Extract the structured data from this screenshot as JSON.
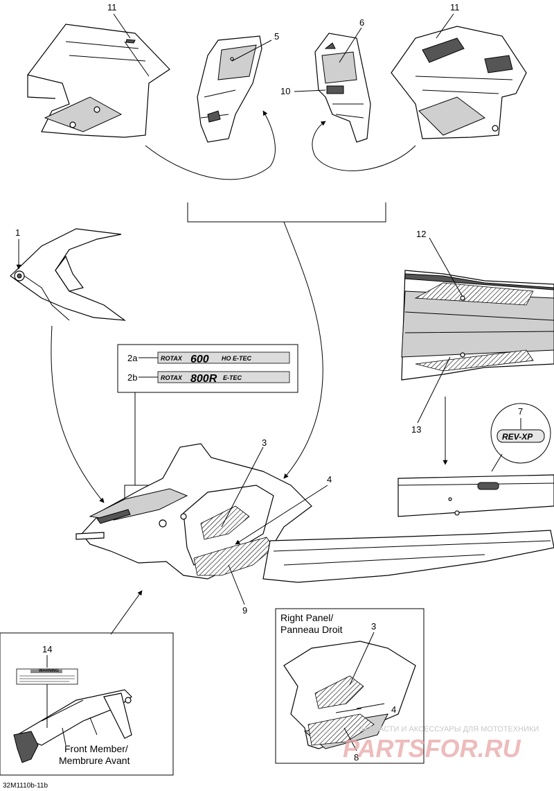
{
  "callouts": {
    "c11a": "11",
    "c5": "5",
    "c6": "6",
    "c11b": "11",
    "c10": "10",
    "c1": "1",
    "c12": "12",
    "c2a": "2a",
    "c2b": "2b",
    "c13": "13",
    "c7": "7",
    "c3": "3",
    "c4": "4",
    "c9": "9",
    "c14": "14",
    "c3b": "3",
    "c4b": "4",
    "c8": "8"
  },
  "decals": {
    "d2a_brand": "ROTAX",
    "d2a_model": "600",
    "d2a_suffix": "HO E-TEC",
    "d2b_brand": "ROTAX",
    "d2b_model": "800R",
    "d2b_suffix": "E-TEC",
    "d7_text": "REV-XP"
  },
  "insets": {
    "right_panel_line1": "Right Panel/",
    "right_panel_line2": "Panneau Droit",
    "front_member_line1": "Front Member/",
    "front_member_line2": "Membrure Avant",
    "warning_label": "WARNING"
  },
  "footer": {
    "drawing_number": "32M1110b-11b"
  },
  "watermark": {
    "tagline": "ЗАПЧАСТИ И АКСЕССУАРЫ ДЛЯ МОТОТЕХНИКИ",
    "brand": "PARTSFOR.RU"
  }
}
